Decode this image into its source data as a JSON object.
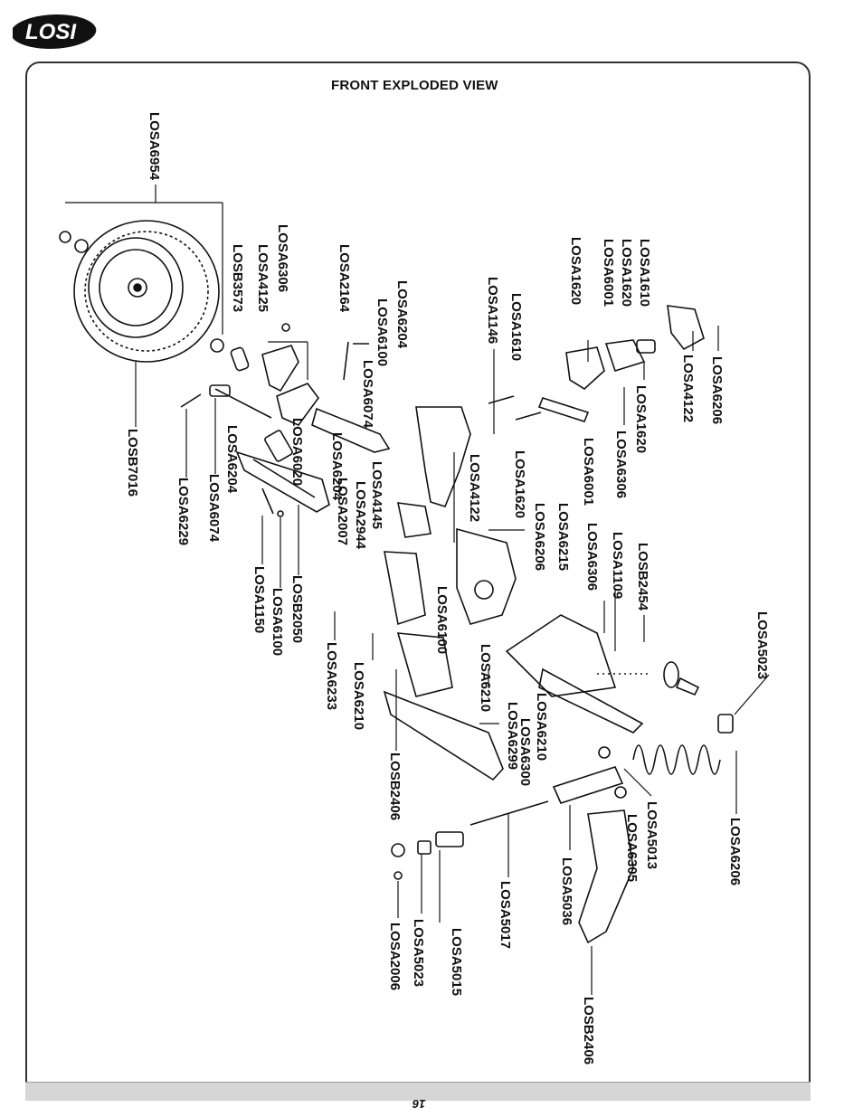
{
  "header": {
    "brand": "LOSI"
  },
  "page": {
    "title": "FRONT EXPLODED VIEW",
    "number": "16"
  },
  "labels": {
    "l01": "LOSA6954",
    "l02": "LOSB7016",
    "l03": "LOSA6229",
    "l04": "LOSA6074",
    "l05": "LOSA6204",
    "l06": "LOSB3573",
    "l07": "LOSA4125",
    "l08": "LOSA6306",
    "l09": "LOSA6020",
    "l10": "LOSA2164",
    "l11": "LOSA6204",
    "l12": "LOSA6100",
    "l13": "LOSA6074",
    "l14": "LOSA6204",
    "l15": "LOSA2007",
    "l16": "LOSA4145",
    "l17": "LOSA2944",
    "l18": "LOSA1150",
    "l19": "LOSA6100",
    "l20": "LOSB2050",
    "l21": "LOSA6233",
    "l22": "LOSA6210",
    "l23": "LOSB2406",
    "l24": "LOSA1146",
    "l25": "LOSA1610",
    "l26": "LOSA4122",
    "l27": "LOSA1620",
    "l28": "LOSA6001",
    "l29": "LOSA6306",
    "l30": "LOSA1620",
    "l31": "LOSA1620",
    "l32": "LOSA6001",
    "l33": "LOSA1610",
    "l34": "LOSA1620",
    "l35": "LOSA4122",
    "l36": "LOSA6206",
    "l37": "LOSA6206",
    "l38": "LOSA6215",
    "l39": "LOSA6306",
    "l40": "LOSA1109",
    "l41": "LOSB2454",
    "l42": "LOSA6100",
    "l43": "LOSA6210",
    "l44": "LOSA6299",
    "l45": "LOSA6210",
    "l46": "LOSA6300",
    "l47": "LOSA5023",
    "l48": "LOSA5013",
    "l49": "LOSA6305",
    "l50": "LOSA6206",
    "l51": "LOSA5036",
    "l52": "LOSA5017",
    "l53": "LOSA5015",
    "l54": "LOSA5023",
    "l55": "LOSA2006",
    "l56": "LOSB2406"
  }
}
